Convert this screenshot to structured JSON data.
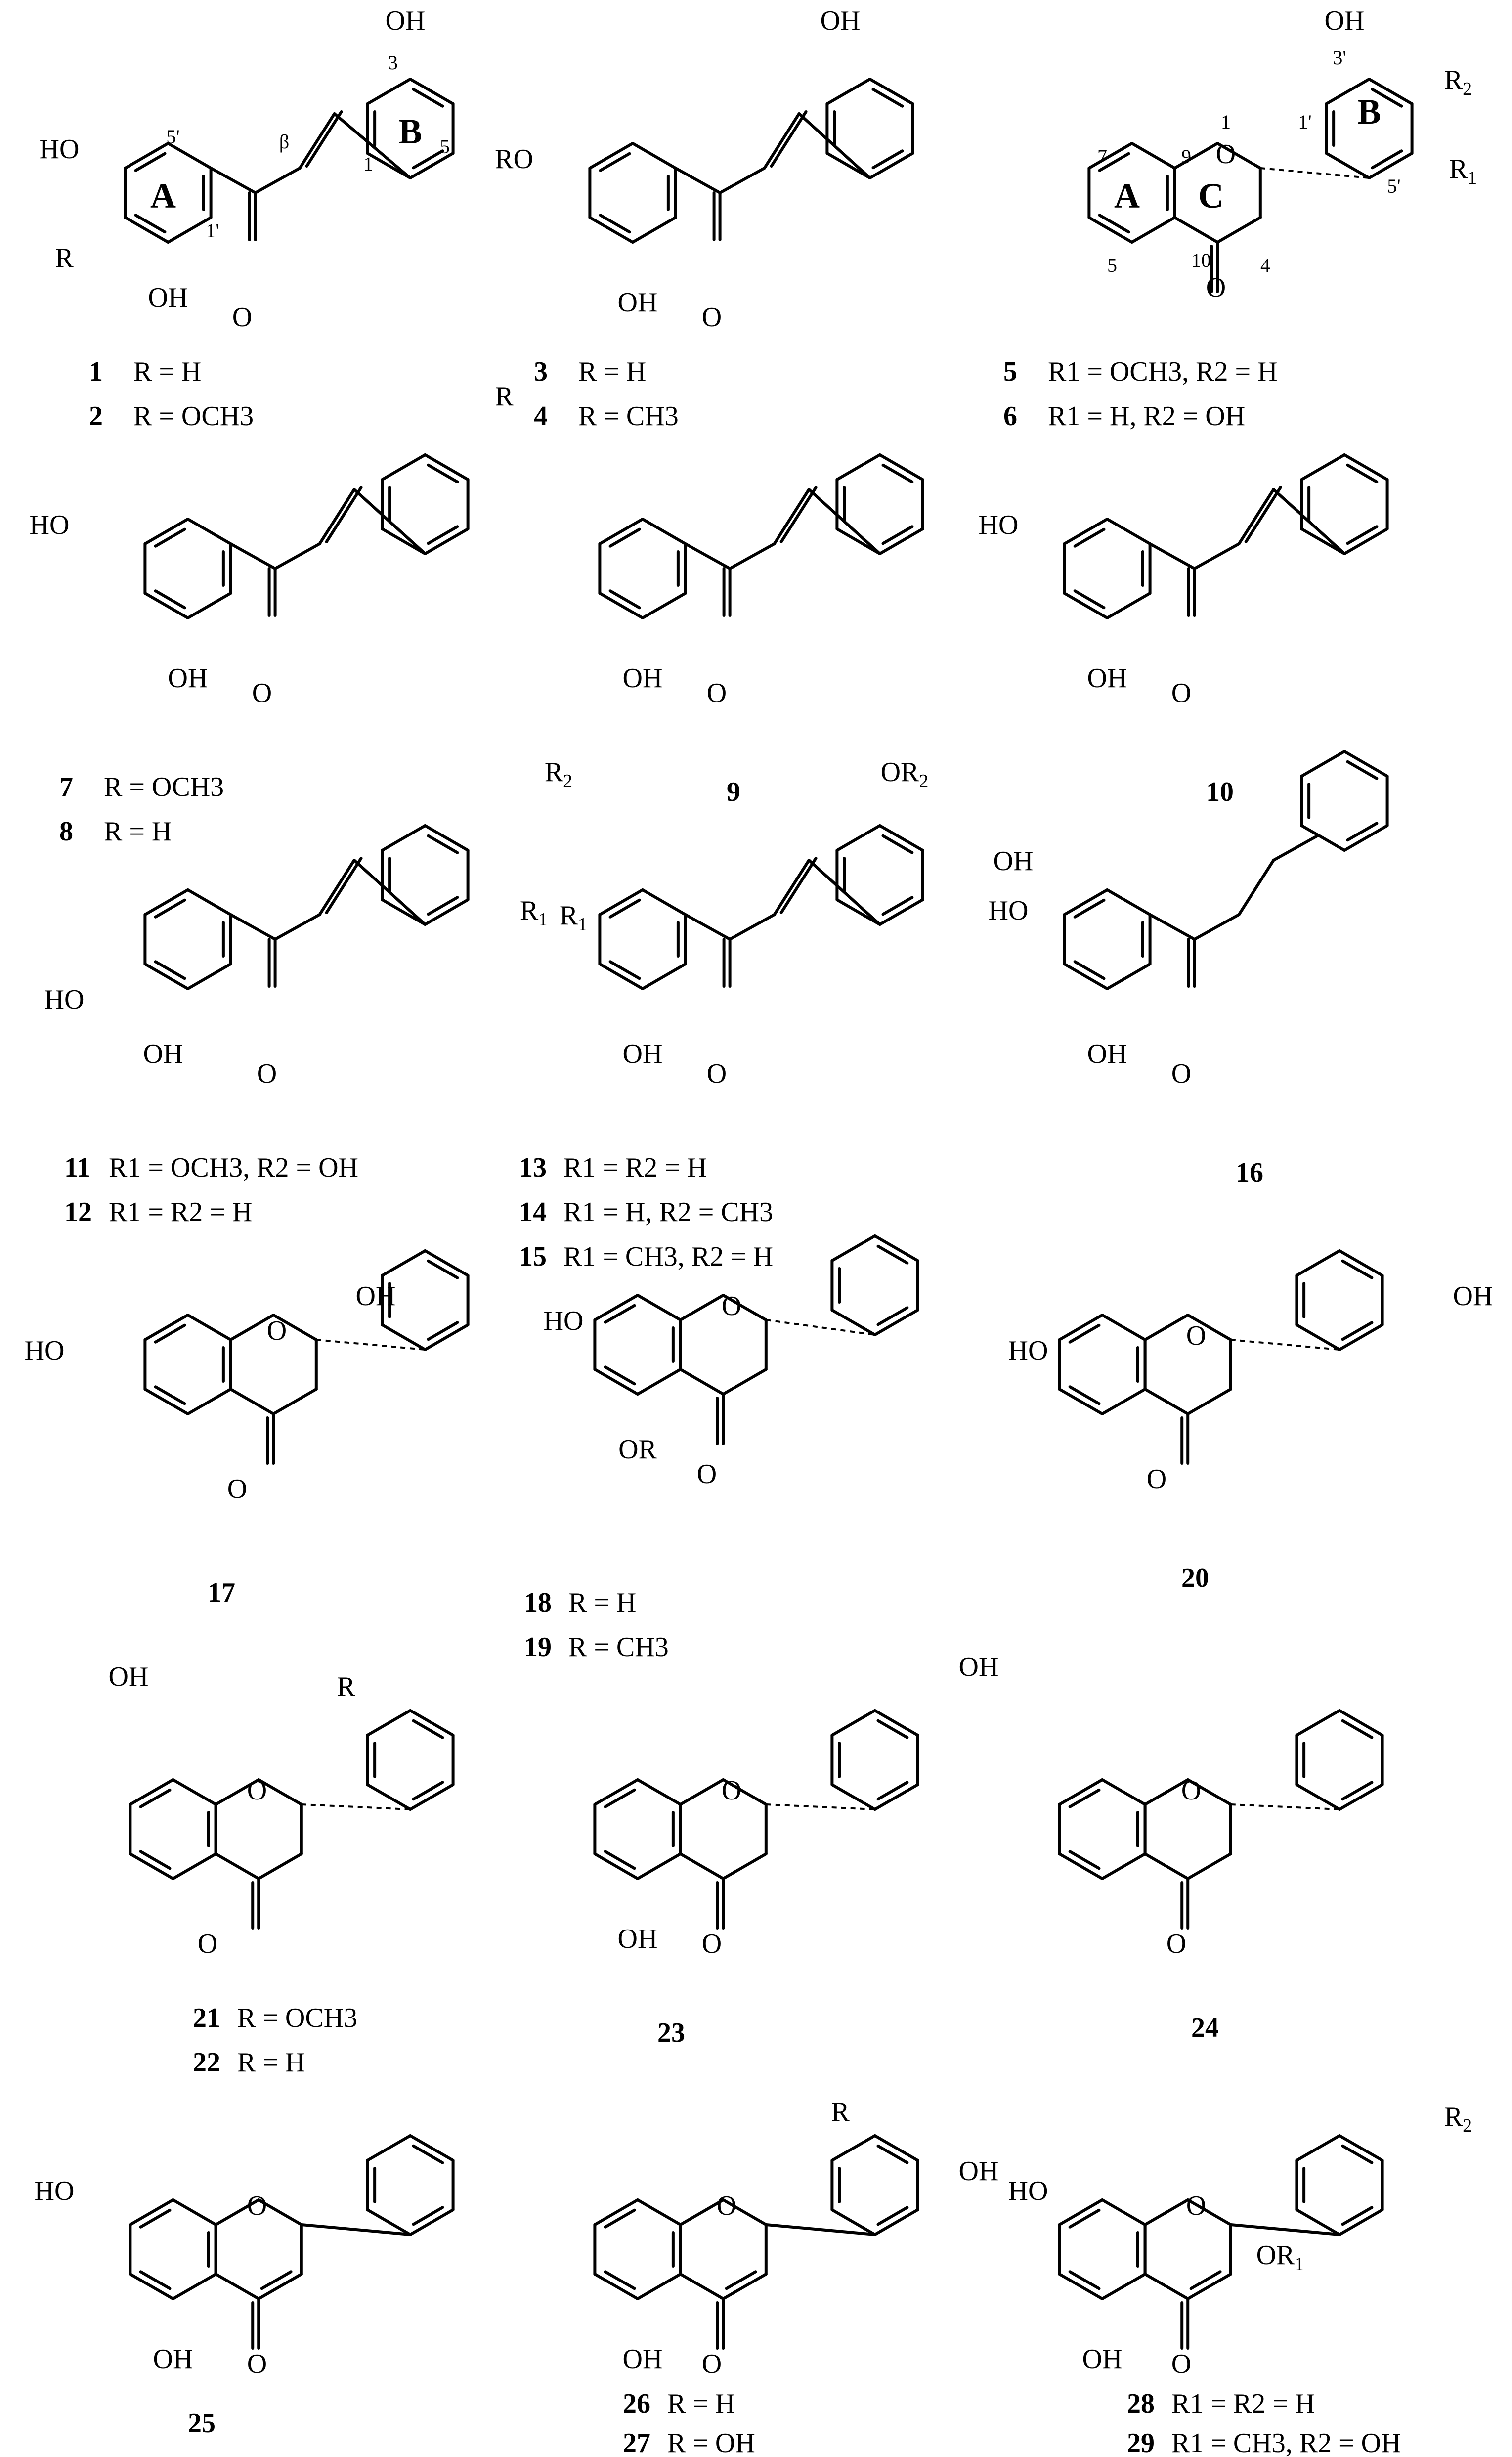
{
  "title": "",
  "atoms": {
    "OH": "OH",
    "O": "O",
    "HO": "HO",
    "R": "R",
    "RO": "RO",
    "R1": "R",
    "R2": "R",
    "OR": "OR",
    "R1O": "R",
    "OR2": "OR",
    "OR1": "OR",
    "one": "1",
    "sub1": "1",
    "sub2": "2"
  },
  "ring_labels": {
    "A": "A",
    "B": "B",
    "C": "C"
  },
  "position_labels": {
    "p3": "3",
    "p5": "5",
    "p1": "1",
    "p5prime": "5'",
    "p1prime": "1'",
    "beta": "β",
    "p3prime": "3'",
    "p7": "7",
    "p9": "9",
    "p10": "10",
    "p4": "4",
    "p1o": "1"
  },
  "compounds": [
    {
      "number": "1",
      "substituents": "R = H"
    },
    {
      "number": "2",
      "substituents": "R = OCH3"
    },
    {
      "number": "3",
      "substituents": "R = H"
    },
    {
      "number": "4",
      "substituents": "R = CH3"
    },
    {
      "number": "5",
      "substituents": "R1 = OCH3, R2 = H"
    },
    {
      "number": "6",
      "substituents": "R1 = H, R2 = OH"
    },
    {
      "number": "7",
      "substituents": "R = OCH3"
    },
    {
      "number": "8",
      "substituents": "R = H"
    },
    {
      "number": "9",
      "substituents": ""
    },
    {
      "number": "10",
      "substituents": ""
    },
    {
      "number": "11",
      "substituents": "R1 = OCH3, R2 = OH"
    },
    {
      "number": "12",
      "substituents": "R1 = R2 = H"
    },
    {
      "number": "13",
      "substituents": "R1 = R2 = H"
    },
    {
      "number": "14",
      "substituents": "R1 = H,  R2 = CH3"
    },
    {
      "number": "15",
      "substituents": "R1 = CH3, R2 = H"
    },
    {
      "number": "16",
      "substituents": ""
    },
    {
      "number": "17",
      "substituents": ""
    },
    {
      "number": "18",
      "substituents": "R = H"
    },
    {
      "number": "19",
      "substituents": "R = CH3"
    },
    {
      "number": "20",
      "substituents": ""
    },
    {
      "number": "21",
      "substituents": "R = OCH3"
    },
    {
      "number": "22",
      "substituents": "R = H"
    },
    {
      "number": "23",
      "substituents": ""
    },
    {
      "number": "24",
      "substituents": ""
    },
    {
      "number": "25",
      "substituents": ""
    },
    {
      "number": "26",
      "substituents": "R = H"
    },
    {
      "number": "27",
      "substituents": "R = OH"
    },
    {
      "number": "28",
      "substituents": "R1 = R2 = H"
    },
    {
      "number": "29",
      "substituents": "R1 = CH3, R2 = OH"
    }
  ]
}
